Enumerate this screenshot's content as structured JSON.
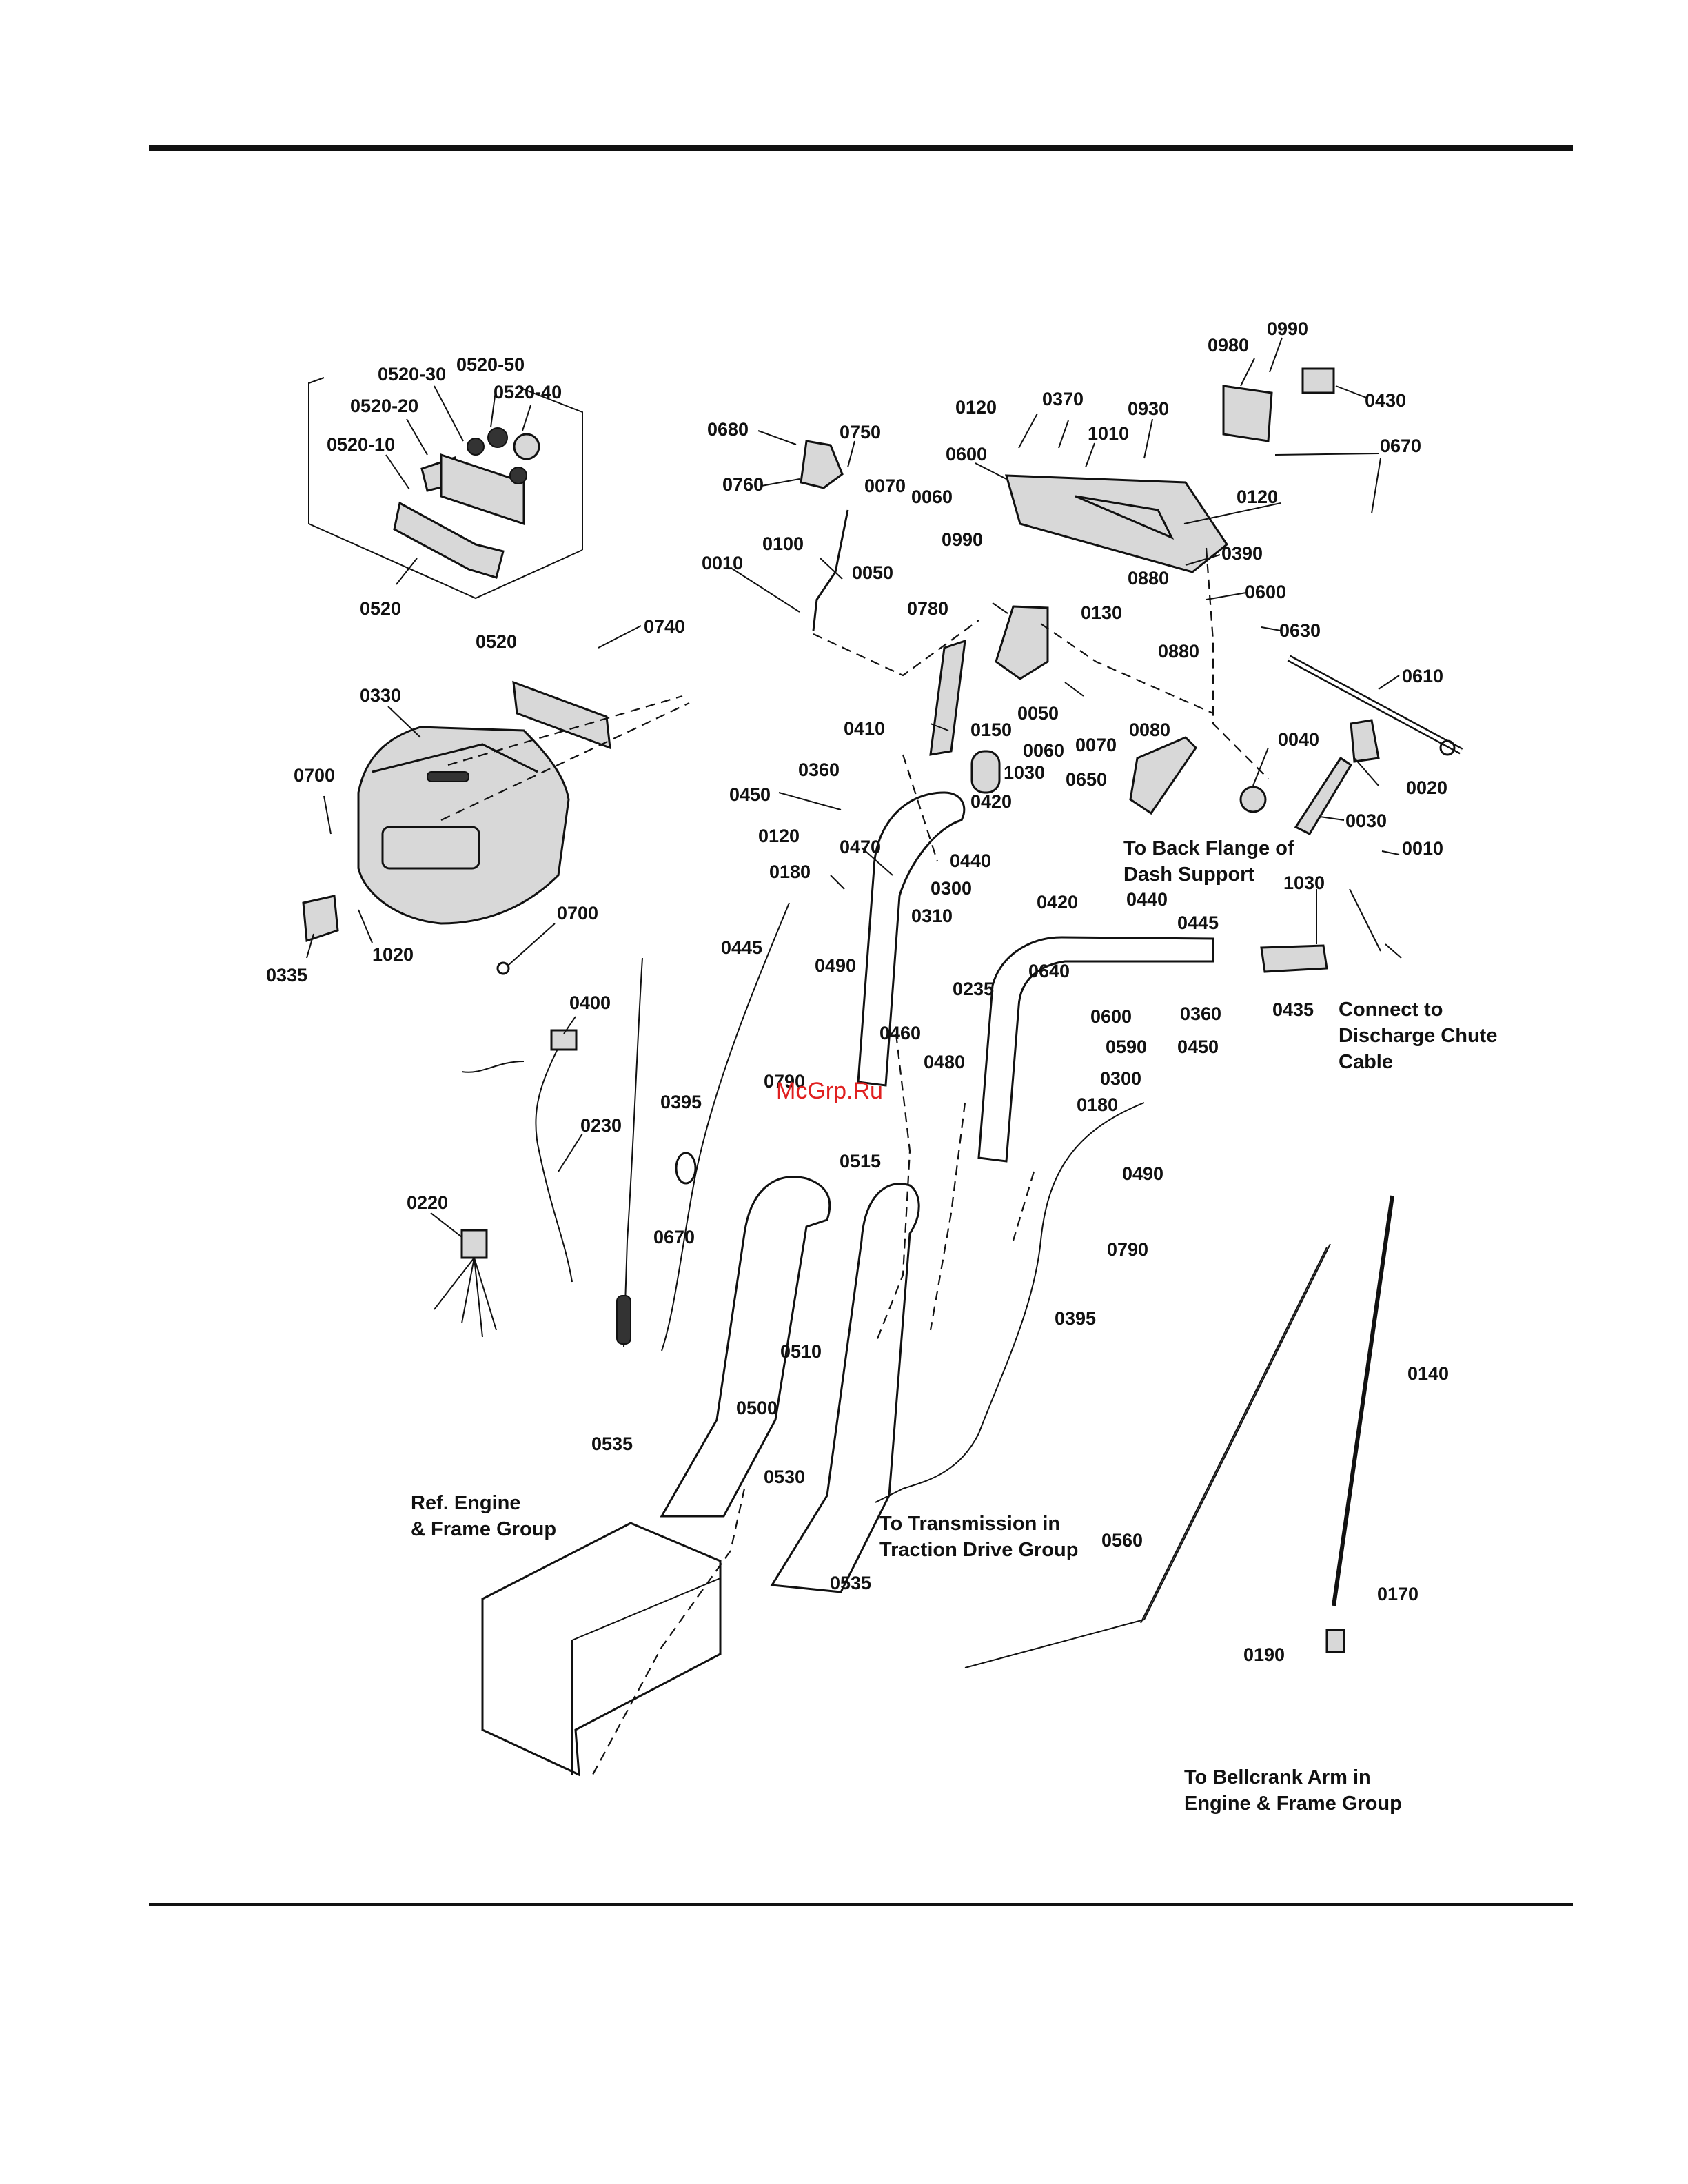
{
  "callouts": [
    {
      "id": "c1",
      "text": "0520-30"
    },
    {
      "id": "c2",
      "text": "0520-50"
    },
    {
      "id": "c3",
      "text": "0520-40"
    },
    {
      "id": "c4",
      "text": "0520-20"
    },
    {
      "id": "c5",
      "text": "0520-10"
    },
    {
      "id": "c6",
      "text": "0520"
    },
    {
      "id": "c7",
      "text": "0520"
    },
    {
      "id": "c8",
      "text": "0740"
    },
    {
      "id": "c9",
      "text": "0330"
    },
    {
      "id": "c10",
      "text": "0700"
    },
    {
      "id": "c11",
      "text": "0700"
    },
    {
      "id": "c12",
      "text": "0335"
    },
    {
      "id": "c13",
      "text": "1020"
    },
    {
      "id": "c14",
      "text": "0400"
    },
    {
      "id": "c15",
      "text": "0230"
    },
    {
      "id": "c16",
      "text": "0220"
    },
    {
      "id": "c17",
      "text": "0680"
    },
    {
      "id": "c18",
      "text": "0750"
    },
    {
      "id": "c19",
      "text": "0760"
    },
    {
      "id": "c20",
      "text": "0070"
    },
    {
      "id": "c21",
      "text": "0060"
    },
    {
      "id": "c22",
      "text": "0010"
    },
    {
      "id": "c23",
      "text": "0100"
    },
    {
      "id": "c24",
      "text": "0050"
    },
    {
      "id": "c25",
      "text": "0990"
    },
    {
      "id": "c26",
      "text": "0120"
    },
    {
      "id": "c27",
      "text": "0370"
    },
    {
      "id": "c28",
      "text": "0930"
    },
    {
      "id": "c29",
      "text": "1010"
    },
    {
      "id": "c30",
      "text": "0600"
    },
    {
      "id": "c31",
      "text": "0980"
    },
    {
      "id": "c32",
      "text": "0990"
    },
    {
      "id": "c33",
      "text": "0430"
    },
    {
      "id": "c34",
      "text": "0670"
    },
    {
      "id": "c35",
      "text": "0120"
    },
    {
      "id": "c36",
      "text": "0390"
    },
    {
      "id": "c37",
      "text": "0880"
    },
    {
      "id": "c38",
      "text": "0600"
    },
    {
      "id": "c39",
      "text": "0880"
    },
    {
      "id": "c40",
      "text": "0630"
    },
    {
      "id": "c41",
      "text": "0780"
    },
    {
      "id": "c42",
      "text": "0130"
    },
    {
      "id": "c43",
      "text": "0610"
    },
    {
      "id": "c44",
      "text": "0410"
    },
    {
      "id": "c45",
      "text": "0150"
    },
    {
      "id": "c46",
      "text": "0050"
    },
    {
      "id": "c47",
      "text": "0060"
    },
    {
      "id": "c48",
      "text": "0070"
    },
    {
      "id": "c49",
      "text": "0080"
    },
    {
      "id": "c50",
      "text": "0040"
    },
    {
      "id": "c51",
      "text": "0020"
    },
    {
      "id": "c52",
      "text": "0030"
    },
    {
      "id": "c53",
      "text": "0010"
    },
    {
      "id": "c54",
      "text": "0360"
    },
    {
      "id": "c55",
      "text": "1030"
    },
    {
      "id": "c56",
      "text": "0450"
    },
    {
      "id": "c57",
      "text": "0650"
    },
    {
      "id": "c58",
      "text": "0420"
    },
    {
      "id": "c59",
      "text": "0120"
    },
    {
      "id": "c60",
      "text": "0470"
    },
    {
      "id": "c61",
      "text": "0440"
    },
    {
      "id": "c62",
      "text": "0180"
    },
    {
      "id": "c63",
      "text": "0300"
    },
    {
      "id": "c64",
      "text": "0310"
    },
    {
      "id": "c65",
      "text": "0445"
    },
    {
      "id": "c66",
      "text": "0490"
    },
    {
      "id": "c67",
      "text": "0235"
    },
    {
      "id": "c68",
      "text": "0460"
    },
    {
      "id": "c69",
      "text": "0790"
    },
    {
      "id": "c70",
      "text": "0480"
    },
    {
      "id": "c71",
      "text": "0420"
    },
    {
      "id": "c72",
      "text": "0440"
    },
    {
      "id": "c73",
      "text": "0445"
    },
    {
      "id": "c74",
      "text": "1030"
    },
    {
      "id": "c75",
      "text": "0640"
    },
    {
      "id": "c76",
      "text": "0600"
    },
    {
      "id": "c77",
      "text": "0360"
    },
    {
      "id": "c78",
      "text": "0435"
    },
    {
      "id": "c79",
      "text": "0590"
    },
    {
      "id": "c80",
      "text": "0450"
    },
    {
      "id": "c81",
      "text": "0300"
    },
    {
      "id": "c82",
      "text": "0180"
    },
    {
      "id": "c83",
      "text": "0395"
    },
    {
      "id": "c84",
      "text": "0670"
    },
    {
      "id": "c85",
      "text": "0515"
    },
    {
      "id": "c86",
      "text": "0490"
    },
    {
      "id": "c87",
      "text": "0790"
    },
    {
      "id": "c88",
      "text": "0510"
    },
    {
      "id": "c89",
      "text": "0395"
    },
    {
      "id": "c90",
      "text": "0140"
    },
    {
      "id": "c91",
      "text": "0500"
    },
    {
      "id": "c92",
      "text": "0535"
    },
    {
      "id": "c93",
      "text": "0530"
    },
    {
      "id": "c94",
      "text": "0535"
    },
    {
      "id": "c95",
      "text": "0560"
    },
    {
      "id": "c96",
      "text": "0170"
    },
    {
      "id": "c97",
      "text": "0190"
    }
  ],
  "notes": {
    "ref_engine_1": "Ref. Engine",
    "ref_engine_2": "& Frame Group",
    "back_flange_1": "To Back Flange of",
    "back_flange_2": "Dash Support",
    "discharge_1": "Connect to",
    "discharge_2": "Discharge Chute",
    "discharge_3": "Cable",
    "transmission_1": "To Transmission in",
    "transmission_2": "Traction Drive Group",
    "bellcrank_1": "To Bellcrank Arm in",
    "bellcrank_2": "Engine & Frame Group"
  },
  "watermark": "McGrp.Ru"
}
